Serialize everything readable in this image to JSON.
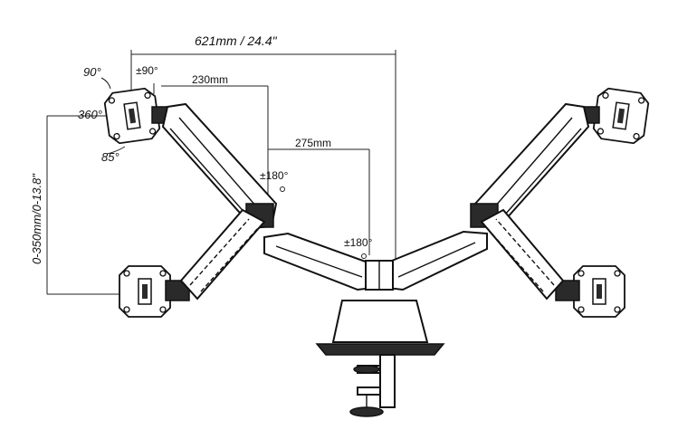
{
  "dimensions": {
    "total_width": "621mm / 24.4\"",
    "arm_segment": "230mm",
    "arm_offset": "275mm",
    "height_range": "0-350mm/0-13.8\""
  },
  "rotations": {
    "tilt_top": "90°",
    "swivel": "±90°",
    "rotate": "360°",
    "tilt_bottom": "85°",
    "arm_joint": "±180°",
    "base_joint": "±180°"
  },
  "colors": {
    "line": "#111111",
    "fill_dark": "#2a2a2a",
    "background": "#ffffff"
  }
}
